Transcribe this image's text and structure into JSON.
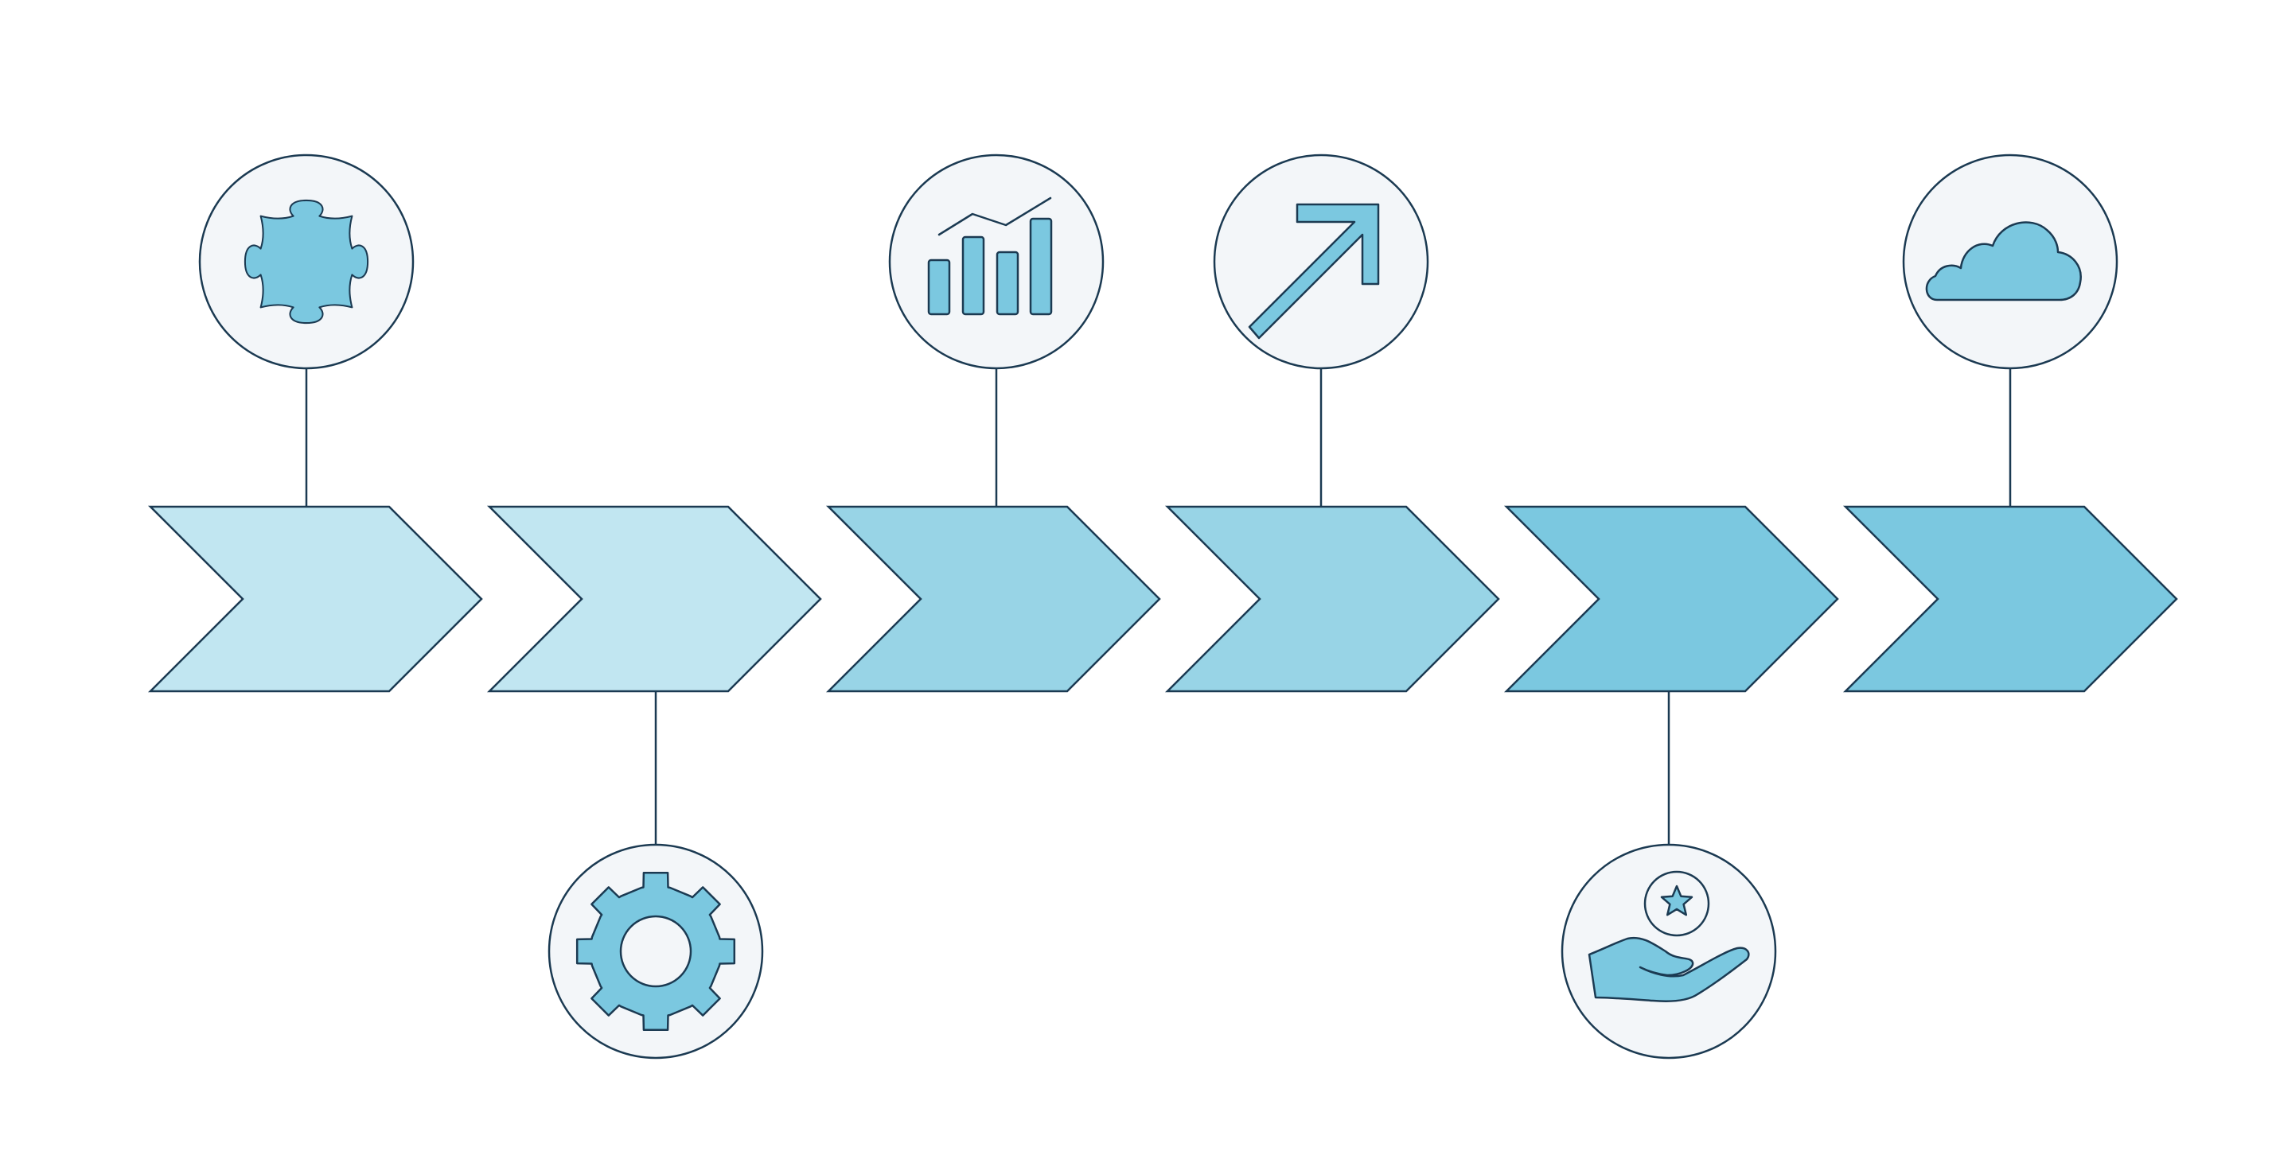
{
  "diagram": {
    "type": "process-chevron-timeline",
    "colors": {
      "background": "#ffffff",
      "stroke": "#1b3a52",
      "circle_fill": "#f3f6f9",
      "icon_fill": "#7bc8e0",
      "chevron_light": "#c1e6f1",
      "chevron_mid": "#98d4e6",
      "chevron_dark": "#7bc8e0"
    },
    "steps": [
      {
        "name": "step-1",
        "tone": "light",
        "icon": "puzzle-piece-icon",
        "icon_side": "top"
      },
      {
        "name": "step-2",
        "tone": "light",
        "icon": "gear-icon",
        "icon_side": "bottom"
      },
      {
        "name": "step-3",
        "tone": "mid",
        "icon": "bar-chart-growth-icon",
        "icon_side": "top"
      },
      {
        "name": "step-4",
        "tone": "mid",
        "icon": "arrow-up-right-icon",
        "icon_side": "top"
      },
      {
        "name": "step-5",
        "tone": "dark",
        "icon": "hand-with-star-icon",
        "icon_side": "bottom"
      },
      {
        "name": "step-6",
        "tone": "dark",
        "icon": "cloud-icon",
        "icon_side": "top"
      }
    ]
  }
}
